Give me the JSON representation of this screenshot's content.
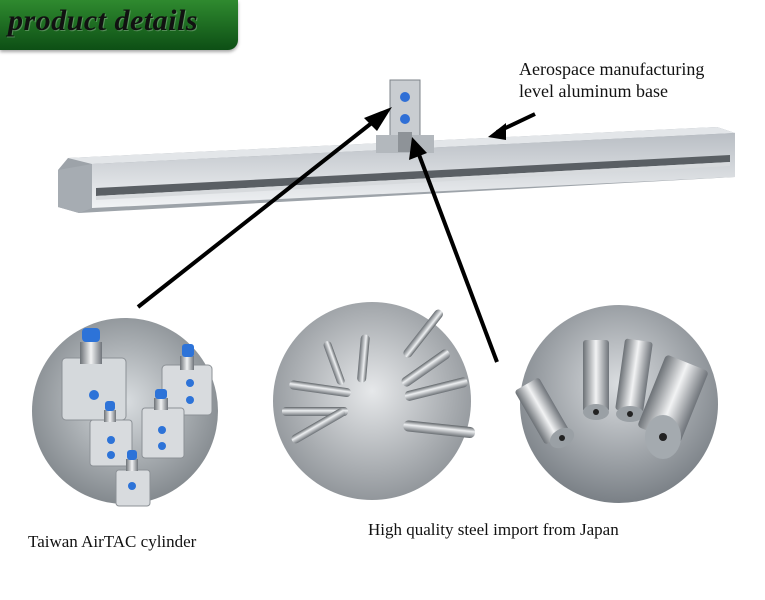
{
  "header": {
    "title": "product details"
  },
  "captions": {
    "base_line1": "Aerospace manufacturing",
    "base_line2": "level aluminum base",
    "cylinder": "Taiwan AirTAC cylinder",
    "steel": "High quality steel import from Japan"
  },
  "colors": {
    "header_green": "#1f6e25",
    "arrow": "#000000"
  }
}
